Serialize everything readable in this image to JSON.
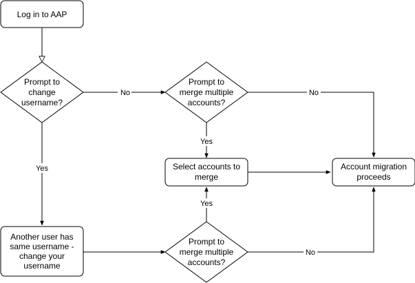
{
  "nodes": {
    "login": "Log in to AAP",
    "prompt_change_username": [
      "Prompt to",
      "change",
      "username?"
    ],
    "prompt_merge_top": [
      "Prompt to",
      "merge multiple",
      "accounts?"
    ],
    "select_accounts": [
      "Select accounts to",
      "merge"
    ],
    "account_migration": [
      "Account migration",
      "proceeds"
    ],
    "another_user": [
      "Another user has",
      "same username -",
      "change your",
      "username"
    ],
    "prompt_merge_bottom": [
      "Prompt to",
      "merge multiple",
      "accounts?"
    ]
  },
  "edges": {
    "no_to_merge_top": "No",
    "no_merge_top_to_migration": "No",
    "yes_merge_top_to_select": "Yes",
    "yes_change_to_another_user": "Yes",
    "yes_merge_bottom_to_select": "Yes",
    "no_merge_bottom_to_migration": "No"
  }
}
